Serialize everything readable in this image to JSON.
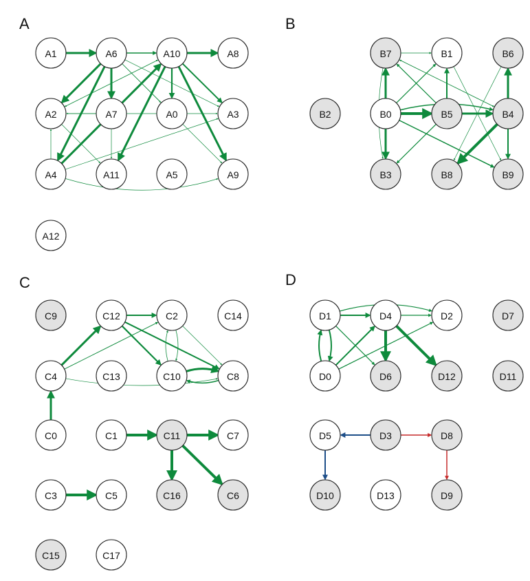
{
  "colors": {
    "green": "#0e8a3c",
    "blue": "#1d4e89",
    "red": "#c62a2a",
    "node_white": "#ffffff",
    "node_grey": "#e2e2e2",
    "node_stroke": "#222222"
  },
  "panels": [
    {
      "id": "A",
      "label": "A",
      "nodes": [
        {
          "id": "A1",
          "label": "A1",
          "fill": "white"
        },
        {
          "id": "A6",
          "label": "A6",
          "fill": "white"
        },
        {
          "id": "A10",
          "label": "A10",
          "fill": "white"
        },
        {
          "id": "A8",
          "label": "A8",
          "fill": "white"
        },
        {
          "id": "A2",
          "label": "A2",
          "fill": "white"
        },
        {
          "id": "A7",
          "label": "A7",
          "fill": "white"
        },
        {
          "id": "A0",
          "label": "A0",
          "fill": "white"
        },
        {
          "id": "A3",
          "label": "A3",
          "fill": "white"
        },
        {
          "id": "A4",
          "label": "A4",
          "fill": "white"
        },
        {
          "id": "A11",
          "label": "A11",
          "fill": "white"
        },
        {
          "id": "A5",
          "label": "A5",
          "fill": "white"
        },
        {
          "id": "A9",
          "label": "A9",
          "fill": "white"
        },
        {
          "id": "A12",
          "label": "A12",
          "fill": "white"
        }
      ],
      "edges": [
        {
          "from": "A1",
          "to": "A6",
          "weight": 3,
          "color": "green"
        },
        {
          "from": "A6",
          "to": "A10",
          "weight": 1.5,
          "color": "green"
        },
        {
          "from": "A10",
          "to": "A8",
          "weight": 3,
          "color": "green"
        },
        {
          "from": "A6",
          "to": "A2",
          "weight": 3,
          "color": "green"
        },
        {
          "from": "A6",
          "to": "A7",
          "weight": 3,
          "color": "green"
        },
        {
          "from": "A6",
          "to": "A4",
          "weight": 3,
          "color": "green"
        },
        {
          "from": "A6",
          "to": "A0",
          "weight": 0.7,
          "color": "green"
        },
        {
          "from": "A6",
          "to": "A3",
          "weight": 0.7,
          "color": "green"
        },
        {
          "from": "A6",
          "to": "A11",
          "weight": 0.7,
          "color": "green"
        },
        {
          "from": "A6",
          "to": "A9",
          "weight": 0.7,
          "color": "green"
        },
        {
          "from": "A10",
          "to": "A0",
          "weight": 2.2,
          "color": "green"
        },
        {
          "from": "A10",
          "to": "A3",
          "weight": 2,
          "color": "green"
        },
        {
          "from": "A10",
          "to": "A9",
          "weight": 3,
          "color": "green"
        },
        {
          "from": "A10",
          "to": "A11",
          "weight": 3,
          "color": "green"
        },
        {
          "from": "A10",
          "to": "A2",
          "weight": 0.7,
          "color": "green"
        },
        {
          "from": "A4",
          "to": "A10",
          "weight": 3,
          "color": "green"
        },
        {
          "from": "A4",
          "to": "A2",
          "weight": 0.7,
          "color": "green"
        },
        {
          "from": "A4",
          "to": "A7",
          "weight": 0.7,
          "color": "green"
        },
        {
          "from": "A4",
          "to": "A3",
          "weight": 0.7,
          "color": "green"
        },
        {
          "from": "A7",
          "to": "A2",
          "weight": 0.7,
          "color": "green"
        },
        {
          "from": "A7",
          "to": "A10",
          "weight": 0.7,
          "color": "green"
        },
        {
          "from": "A2",
          "to": "A3",
          "weight": 0.7,
          "color": "green"
        },
        {
          "from": "A2",
          "to": "A11",
          "weight": 0.7,
          "color": "green"
        },
        {
          "from": "A2",
          "to": "A10",
          "weight": 0.7,
          "color": "green"
        },
        {
          "from": "A0",
          "to": "A10",
          "weight": 0.7,
          "color": "green"
        },
        {
          "from": "A4",
          "to": "A9",
          "weight": 0.7,
          "color": "green",
          "curve": 40
        }
      ]
    },
    {
      "id": "B",
      "label": "B",
      "nodes": [
        {
          "id": "B7",
          "label": "B7",
          "fill": "grey"
        },
        {
          "id": "B1",
          "label": "B1",
          "fill": "white"
        },
        {
          "id": "B6",
          "label": "B6",
          "fill": "grey"
        },
        {
          "id": "B2",
          "label": "B2",
          "fill": "grey"
        },
        {
          "id": "B0",
          "label": "B0",
          "fill": "white"
        },
        {
          "id": "B5",
          "label": "B5",
          "fill": "grey"
        },
        {
          "id": "B4",
          "label": "B4",
          "fill": "grey"
        },
        {
          "id": "B3",
          "label": "B3",
          "fill": "grey"
        },
        {
          "id": "B8",
          "label": "B8",
          "fill": "grey"
        },
        {
          "id": "B9",
          "label": "B9",
          "fill": "grey"
        }
      ],
      "edges": [
        {
          "from": "B7",
          "to": "B1",
          "weight": 0.8,
          "color": "green"
        },
        {
          "from": "B0",
          "to": "B7",
          "weight": 3,
          "color": "green"
        },
        {
          "from": "B0",
          "to": "B3",
          "weight": 3,
          "color": "green"
        },
        {
          "from": "B0",
          "to": "B5",
          "weight": 4,
          "color": "green"
        },
        {
          "from": "B0",
          "to": "B1",
          "weight": 1.2,
          "color": "green"
        },
        {
          "from": "B0",
          "to": "B4",
          "weight": 1.5,
          "color": "green",
          "curve": -22
        },
        {
          "from": "B0",
          "to": "B9",
          "weight": 1.5,
          "color": "green"
        },
        {
          "from": "B5",
          "to": "B4",
          "weight": 3,
          "color": "green"
        },
        {
          "from": "B5",
          "to": "B1",
          "weight": 2,
          "color": "green"
        },
        {
          "from": "B5",
          "to": "B3",
          "weight": 1.2,
          "color": "green"
        },
        {
          "from": "B5",
          "to": "B7",
          "weight": 1.2,
          "color": "green"
        },
        {
          "from": "B4",
          "to": "B6",
          "weight": 3,
          "color": "green"
        },
        {
          "from": "B4",
          "to": "B9",
          "weight": 2,
          "color": "green"
        },
        {
          "from": "B4",
          "to": "B8",
          "weight": 4,
          "color": "green"
        },
        {
          "from": "B4",
          "to": "B7",
          "weight": 0.7,
          "color": "green"
        },
        {
          "from": "B1",
          "to": "B9",
          "weight": 0.7,
          "color": "green"
        },
        {
          "from": "B6",
          "to": "B8",
          "weight": 0.7,
          "color": "green"
        },
        {
          "from": "B7",
          "to": "B4",
          "weight": 0.7,
          "color": "green"
        },
        {
          "from": "B7",
          "to": "B3",
          "weight": 0.7,
          "color": "green",
          "curve": 16
        }
      ]
    },
    {
      "id": "C",
      "label": "C",
      "nodes": [
        {
          "id": "C9",
          "label": "C9",
          "fill": "grey"
        },
        {
          "id": "C12",
          "label": "C12",
          "fill": "white"
        },
        {
          "id": "C2",
          "label": "C2",
          "fill": "white"
        },
        {
          "id": "C14",
          "label": "C14",
          "fill": "white"
        },
        {
          "id": "C4",
          "label": "C4",
          "fill": "white"
        },
        {
          "id": "C13",
          "label": "C13",
          "fill": "white"
        },
        {
          "id": "C10",
          "label": "C10",
          "fill": "white"
        },
        {
          "id": "C8",
          "label": "C8",
          "fill": "white"
        },
        {
          "id": "C0",
          "label": "C0",
          "fill": "white"
        },
        {
          "id": "C1",
          "label": "C1",
          "fill": "white"
        },
        {
          "id": "C11",
          "label": "C11",
          "fill": "grey"
        },
        {
          "id": "C7",
          "label": "C7",
          "fill": "white"
        },
        {
          "id": "C3",
          "label": "C3",
          "fill": "white"
        },
        {
          "id": "C5",
          "label": "C5",
          "fill": "white"
        },
        {
          "id": "C16",
          "label": "C16",
          "fill": "grey"
        },
        {
          "id": "C6",
          "label": "C6",
          "fill": "grey"
        },
        {
          "id": "C15",
          "label": "C15",
          "fill": "grey"
        },
        {
          "id": "C17",
          "label": "C17",
          "fill": "white"
        }
      ],
      "edges": [
        {
          "from": "C0",
          "to": "C4",
          "weight": 3,
          "color": "green"
        },
        {
          "from": "C4",
          "to": "C12",
          "weight": 3,
          "color": "green"
        },
        {
          "from": "C4",
          "to": "C2",
          "weight": 1,
          "color": "green"
        },
        {
          "from": "C12",
          "to": "C2",
          "weight": 2,
          "color": "green"
        },
        {
          "from": "C12",
          "to": "C10",
          "weight": 2.2,
          "color": "green"
        },
        {
          "from": "C12",
          "to": "C8",
          "weight": 2,
          "color": "green"
        },
        {
          "from": "C2",
          "to": "C8",
          "weight": 0.7,
          "color": "green"
        },
        {
          "from": "C2",
          "to": "C10",
          "weight": 0.8,
          "color": "green",
          "curve": -12
        },
        {
          "from": "C10",
          "to": "C2",
          "weight": 0.8,
          "color": "green",
          "curve": -12
        },
        {
          "from": "C10",
          "to": "C8",
          "weight": 3,
          "color": "green",
          "curve": -14
        },
        {
          "from": "C8",
          "to": "C10",
          "weight": 1.5,
          "color": "green",
          "curve": -14
        },
        {
          "from": "C4",
          "to": "C8",
          "weight": 0.7,
          "color": "green",
          "curve": 24
        },
        {
          "from": "C1",
          "to": "C11",
          "weight": 4,
          "color": "green"
        },
        {
          "from": "C11",
          "to": "C7",
          "weight": 4,
          "color": "green"
        },
        {
          "from": "C11",
          "to": "C16",
          "weight": 4,
          "color": "green"
        },
        {
          "from": "C11",
          "to": "C6",
          "weight": 4,
          "color": "green"
        },
        {
          "from": "C3",
          "to": "C5",
          "weight": 4,
          "color": "green"
        }
      ]
    },
    {
      "id": "D",
      "label": "D",
      "nodes": [
        {
          "id": "D1",
          "label": "D1",
          "fill": "white"
        },
        {
          "id": "D4",
          "label": "D4",
          "fill": "white"
        },
        {
          "id": "D2",
          "label": "D2",
          "fill": "white"
        },
        {
          "id": "D7",
          "label": "D7",
          "fill": "grey"
        },
        {
          "id": "D0",
          "label": "D0",
          "fill": "white"
        },
        {
          "id": "D6",
          "label": "D6",
          "fill": "grey"
        },
        {
          "id": "D12",
          "label": "D12",
          "fill": "grey"
        },
        {
          "id": "D11",
          "label": "D11",
          "fill": "grey"
        },
        {
          "id": "D5",
          "label": "D5",
          "fill": "white"
        },
        {
          "id": "D3",
          "label": "D3",
          "fill": "grey"
        },
        {
          "id": "D8",
          "label": "D8",
          "fill": "grey"
        },
        {
          "id": "D10",
          "label": "D10",
          "fill": "grey"
        },
        {
          "id": "D13",
          "label": "D13",
          "fill": "white"
        },
        {
          "id": "D9",
          "label": "D9",
          "fill": "grey"
        }
      ],
      "edges": [
        {
          "from": "D1",
          "to": "D4",
          "weight": 2,
          "color": "green"
        },
        {
          "from": "D4",
          "to": "D2",
          "weight": 1.2,
          "color": "green"
        },
        {
          "from": "D1",
          "to": "D2",
          "weight": 1.2,
          "color": "green",
          "curve": -25
        },
        {
          "from": "D1",
          "to": "D0",
          "weight": 2,
          "color": "green",
          "curve": -12
        },
        {
          "from": "D0",
          "to": "D1",
          "weight": 2,
          "color": "green",
          "curve": -12
        },
        {
          "from": "D0",
          "to": "D4",
          "weight": 2,
          "color": "green"
        },
        {
          "from": "D0",
          "to": "D2",
          "weight": 1.2,
          "color": "green"
        },
        {
          "from": "D1",
          "to": "D6",
          "weight": 1.2,
          "color": "green"
        },
        {
          "from": "D4",
          "to": "D6",
          "weight": 4,
          "color": "green"
        },
        {
          "from": "D4",
          "to": "D12",
          "weight": 4,
          "color": "green"
        },
        {
          "from": "D3",
          "to": "D5",
          "weight": 2,
          "color": "blue"
        },
        {
          "from": "D5",
          "to": "D10",
          "weight": 2,
          "color": "blue"
        },
        {
          "from": "D3",
          "to": "D8",
          "weight": 1.5,
          "color": "red"
        },
        {
          "from": "D8",
          "to": "D9",
          "weight": 1.5,
          "color": "red"
        }
      ]
    }
  ]
}
